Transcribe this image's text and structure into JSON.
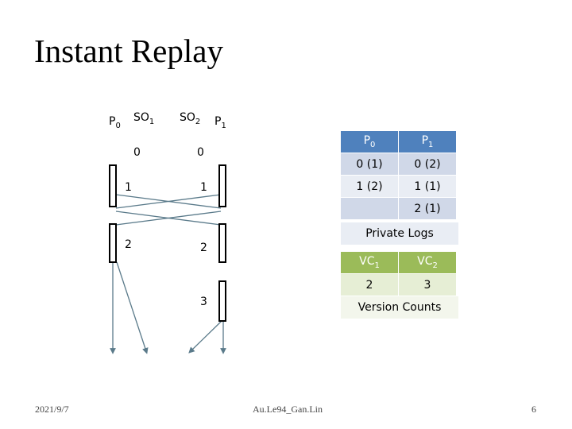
{
  "title": "Instant Replay",
  "processes": {
    "p0": {
      "base": "P",
      "sub": "0"
    },
    "p1": {
      "base": "P",
      "sub": "1"
    }
  },
  "shared_objects": {
    "so1": {
      "base": "SO",
      "sub": "1"
    },
    "so2": {
      "base": "SO",
      "sub": "2"
    }
  },
  "so1_versions": [
    "0",
    "1",
    "2"
  ],
  "so2_versions": [
    "0",
    "1",
    "2",
    "3"
  ],
  "private_logs": {
    "header": [
      {
        "base": "P",
        "sub": "0"
      },
      {
        "base": "P",
        "sub": "1"
      }
    ],
    "rows": [
      [
        "0 (1)",
        "0 (2)"
      ],
      [
        "1 (2)",
        "1 (1)"
      ],
      [
        "",
        "2 (1)"
      ]
    ],
    "caption": "Private Logs"
  },
  "version_counts": {
    "header": [
      {
        "base": "VC",
        "sub": "1"
      },
      {
        "base": "VC",
        "sub": "2"
      }
    ],
    "rows": [
      [
        "2",
        "3"
      ]
    ],
    "caption": "Version Counts"
  },
  "colors": {
    "logs_header": "#4f81bd",
    "logs_row_a": "#d0d8e8",
    "logs_row_b": "#e9edf4",
    "vc_header": "#9bbb59",
    "vc_row": "#e6eed5",
    "bar_fill": "#ffffff",
    "arrow": "#5a7a8a"
  },
  "footer": {
    "date": "2021/9/7",
    "reference": "Au.Le94_Gan.Lin",
    "page": "6"
  }
}
